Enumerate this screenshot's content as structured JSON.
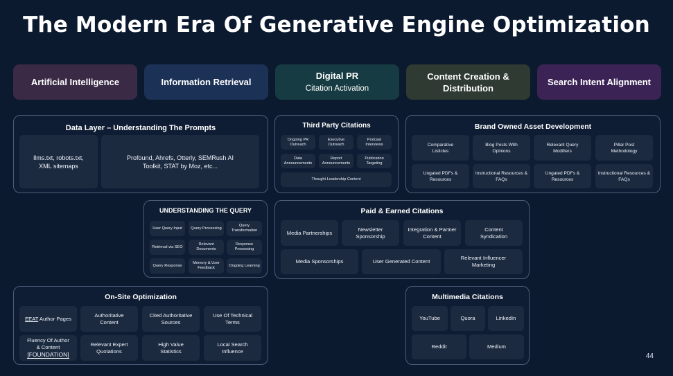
{
  "title": "The Modern Era Of Generative Engine Optimization",
  "pillars": [
    {
      "label": "Artificial Intelligence",
      "sub": ""
    },
    {
      "label": "Information Retrieval",
      "sub": ""
    },
    {
      "label": "Digital PR",
      "sub": "Citation Activation"
    },
    {
      "label": "Content Creation & Distribution",
      "sub": ""
    },
    {
      "label": "Search Intent Alignment",
      "sub": ""
    }
  ],
  "data_layer": {
    "title": "Data Layer – Understanding The Prompts",
    "cells": [
      "llms.txt, robots.txt, XML sitemaps",
      "Profound, Ahrefs, Otterly, SEMRush AI Toolkit, STAT by Moz, etc..."
    ]
  },
  "third_party": {
    "title": "Third Party Citations",
    "cells": [
      "Ongoing PR Outreach",
      "Executive Outreach",
      "Podcast Interviews",
      "Data Announcements",
      "Report Announcements",
      "Publication Targeting",
      "Thought Leadership Content"
    ]
  },
  "brand_owned": {
    "title": "Brand Owned Asset Development",
    "cells": [
      "Comparative Listicles",
      "Blog Posts With Opinions",
      "Relevant Query Modifiers",
      "Pillar Post Methodology",
      "Ungated PDFs & Resources",
      "Instructional Resources & FAQs",
      "Ungated PDFs & Resources",
      "Instructional Resources & FAQs"
    ]
  },
  "query": {
    "title": "UNDERSTANDING THE QUERY",
    "cells": [
      "User Query Input",
      "Query Processing",
      "Query Transformation",
      "Retrieval via SEO",
      "Relevant Documents",
      "Response Processing",
      "Query Response",
      "Memory & User Feedback",
      "Ongoing Learning"
    ]
  },
  "paid": {
    "title": "Paid & Earned Citations",
    "cells": [
      "Media Partnerships",
      "Newsletter Sponsorship",
      "Integration & Partner Content",
      "Content Syndication",
      "Media Sponsorships",
      "User Generated Content",
      "Relevant Influencer Marketing"
    ]
  },
  "onsite": {
    "title": "On-Site Optimization",
    "eeat_prefix": "EEAT",
    "eeat_rest": " Author Pages",
    "cells": [
      "Authoritative Content",
      "Cited Authoritative Sources",
      "Use Of Technical Terms",
      "Relevant Expert Quotations",
      "High Value Statistics",
      "Local Search Influence"
    ],
    "fluency": "Fluency Of Author & Content",
    "foundation": "[FOUNDATION]"
  },
  "multimedia": {
    "title": "Multimedia Citations",
    "cells": [
      "YouTube",
      "Quora",
      "LinkedIn",
      "Reddit",
      "Medium"
    ]
  },
  "page_number": "44",
  "colors": {
    "background": "#0c1a2f",
    "pill_ai": "#3a2a45",
    "pill_ir": "#1b3156",
    "pill_pr": "#163b42",
    "pill_content": "#2e3a32",
    "pill_intent": "#3b2455"
  }
}
